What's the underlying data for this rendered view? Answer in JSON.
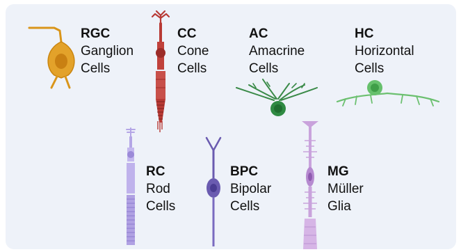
{
  "cells": {
    "rgc": {
      "abbr": "RGC",
      "line1": "Ganglion",
      "line2": "Cells",
      "color": "#d9951a"
    },
    "cc": {
      "abbr": "CC",
      "line1": "Cone",
      "line2": "Cells",
      "color": "#b83a35"
    },
    "ac": {
      "abbr": "AC",
      "line1": "Amacrine",
      "line2": "Cells",
      "color": "#3a8a48"
    },
    "hc": {
      "abbr": "HC",
      "line1": "Horizontal",
      "line2": "Cells",
      "color": "#6cc070"
    },
    "rc": {
      "abbr": "RC",
      "line1": "Rod",
      "line2": "Cells",
      "color": "#b4a6e6"
    },
    "bpc": {
      "abbr": "BPC",
      "line1": "Bipolar",
      "line2": "Cells",
      "color": "#6a5bb0"
    },
    "mg": {
      "abbr": "MG",
      "line1": "Müller",
      "line2": "Glia",
      "color": "#c9a3dc"
    }
  },
  "background_color": "#eef2f9"
}
